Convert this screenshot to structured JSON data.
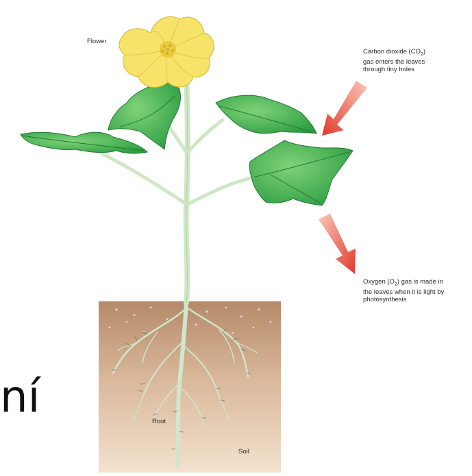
{
  "labels": {
    "flower": "Flower",
    "co2_line1": "Carbon dioxide (CO",
    "co2_sub": "2",
    "co2_line1_end": ")",
    "co2_line2": "gas enters the leaves",
    "co2_line3": "through tiny holes",
    "o2_line1": "Oxygen (O",
    "o2_sub": "2",
    "o2_line1_end": ") gas is made in",
    "o2_line2": "the leaves when it is light by",
    "o2_line3": "photosynthesis",
    "root": "Root",
    "soil": "Soil"
  },
  "side_text": "ní",
  "colors": {
    "leaf": "#3fb24f",
    "leaf_dark": "#1f8a34",
    "stem": "#c9e4c0",
    "petal": "#f7e36a",
    "arrow": "#e8473a",
    "soil_top": "#b58a6a",
    "soil_bottom": "#f3e2cf"
  }
}
